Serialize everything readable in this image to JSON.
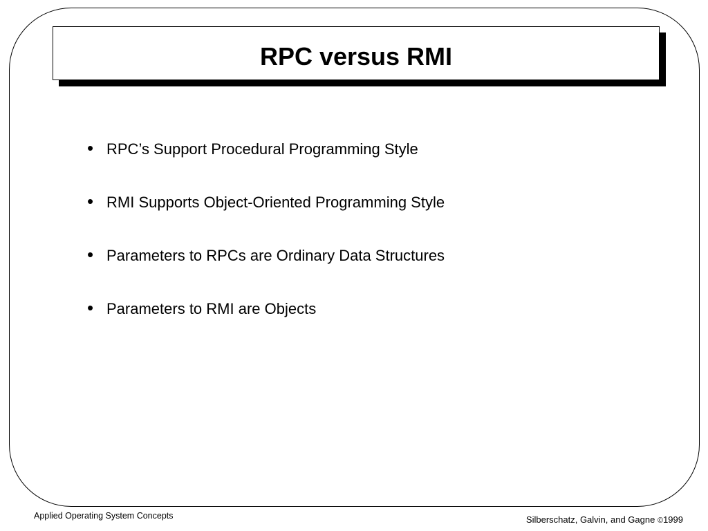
{
  "slide": {
    "title": "RPC versus RMI",
    "bullets": [
      "RPC’s Support Procedural Programming Style",
      "RMI Supports Object-Oriented Programming Style",
      "Parameters to RPCs are Ordinary Data Structures",
      "Parameters to RMI are Objects"
    ]
  },
  "footer": {
    "left": "Applied Operating System Concepts",
    "right_authors": "Silberschatz, Galvin, and Gagne ",
    "right_symbol": "©",
    "right_year": "1999"
  },
  "colors": {
    "background": "#ffffff",
    "text": "#000000",
    "border": "#000000"
  }
}
